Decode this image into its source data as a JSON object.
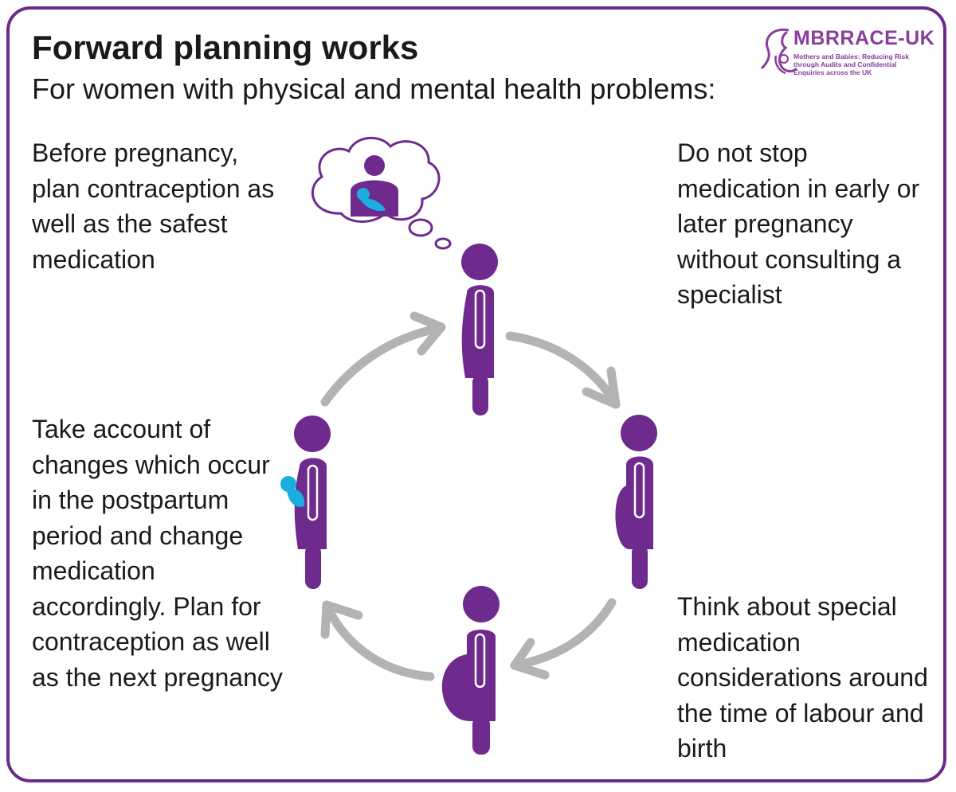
{
  "title": "Forward planning works",
  "subtitle": "For women with physical and mental health problems:",
  "logo": {
    "name": "MBRRACE-UK",
    "tagline": "Mothers and Babies: Reducing Risk through Audits and Confidential Enquiries across the UK"
  },
  "notes": {
    "before_pregnancy": "Before pregnancy, plan contraception as well as the safest medication",
    "during_pregnancy": "Do not stop medication in early or later pregnancy without consulting a specialist",
    "labour_birth": "Think about special medication considerations around the time of labour and birth",
    "postpartum": "Take account of changes which occur in the postpartum period and change medication accordingly. Plan for contraception as well as the next pregnancy"
  },
  "colors": {
    "frame": "#6b2a8c",
    "figure": "#6f2a8e",
    "baby": "#1aaee0",
    "arrow": "#b3b3b3",
    "logo": "#8a3d9e"
  }
}
